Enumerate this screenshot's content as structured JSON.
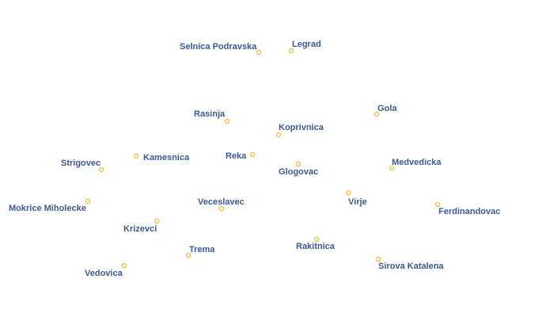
{
  "map": {
    "label_color": "#3a5a8f",
    "marker_stroke": "#f2b84a",
    "marker_fill": "#fff7de",
    "places": [
      {
        "id": "selnica-podravska",
        "name": "Selnica Podravska"
      },
      {
        "id": "legrad",
        "name": "Legrad"
      },
      {
        "id": "rasinja",
        "name": "Rasinja"
      },
      {
        "id": "gola",
        "name": "Gola"
      },
      {
        "id": "koprivnica",
        "name": "Koprivnica"
      },
      {
        "id": "strigovec",
        "name": "Strigovec"
      },
      {
        "id": "kamesnica",
        "name": "Kamesnica"
      },
      {
        "id": "reka",
        "name": "Reka"
      },
      {
        "id": "glogovac",
        "name": "Glogovac"
      },
      {
        "id": "medvedicka",
        "name": "Medvedicka"
      },
      {
        "id": "veceslavec",
        "name": "Veceslavec"
      },
      {
        "id": "virje",
        "name": "Virje"
      },
      {
        "id": "mokrice-miholecke",
        "name": "Mokrice Miholecke"
      },
      {
        "id": "ferdinandovac",
        "name": "Ferdinandovac"
      },
      {
        "id": "krizevci",
        "name": "Krizevci"
      },
      {
        "id": "trema",
        "name": "Trema"
      },
      {
        "id": "rakitnica",
        "name": "Rakitnica"
      },
      {
        "id": "sirova-katalena",
        "name": "Sirova Katalena"
      },
      {
        "id": "vedovica",
        "name": "Vedovica"
      }
    ]
  }
}
